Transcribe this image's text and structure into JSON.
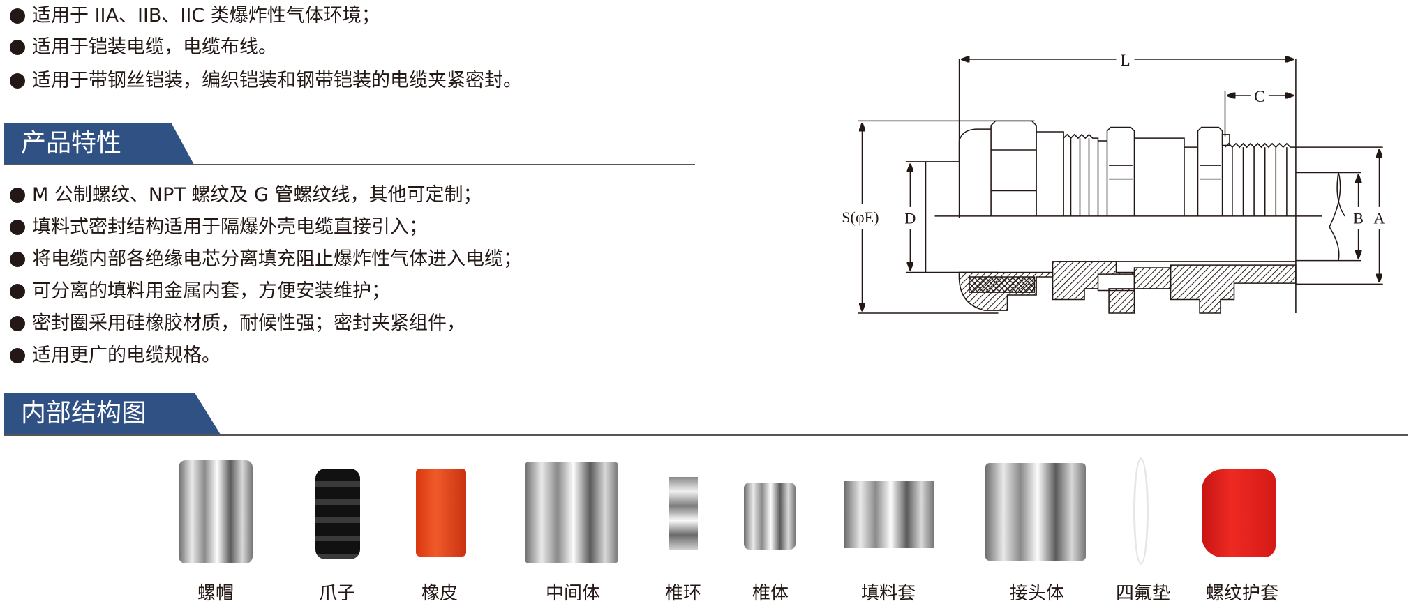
{
  "applications": [
    "适用于 IIA、IIB、IIC 类爆炸性气体环境；",
    "适用于铠装电缆，电缆布线。",
    "适用于带钢丝铠装，编织铠装和钢带铠装的电缆夹紧密封。"
  ],
  "features_section": {
    "title": "产品特性",
    "items": [
      "M 公制螺纹、NPT 螺纹及 G 管螺纹线，其他可定制；",
      "填料式密封结构适用于隔爆外壳电缆直接引入；",
      "将电缆内部各绝缘电芯分离填充阻止爆炸性气体进入电缆；",
      "可分离的填料用金属内套，方便安装维护；",
      "密封圈采用硅橡胶材质，耐候性强；密封夹紧组件，",
      "适用更广的电缆规格。"
    ]
  },
  "diagram": {
    "labels": {
      "L": "L",
      "C": "C",
      "S": "S(φE)",
      "D": "D",
      "B": "B",
      "A": "A"
    }
  },
  "structure_section": {
    "title": "内部结构图",
    "parts": [
      "螺帽",
      "爪子",
      "橡皮",
      "中间体",
      "椎环",
      "椎体",
      "填料套",
      "接头体",
      "四氟垫",
      "螺纹护套"
    ]
  },
  "colors": {
    "accent": "#2f5183",
    "rubber": "#e8451c",
    "cap": "#e11d1d"
  }
}
